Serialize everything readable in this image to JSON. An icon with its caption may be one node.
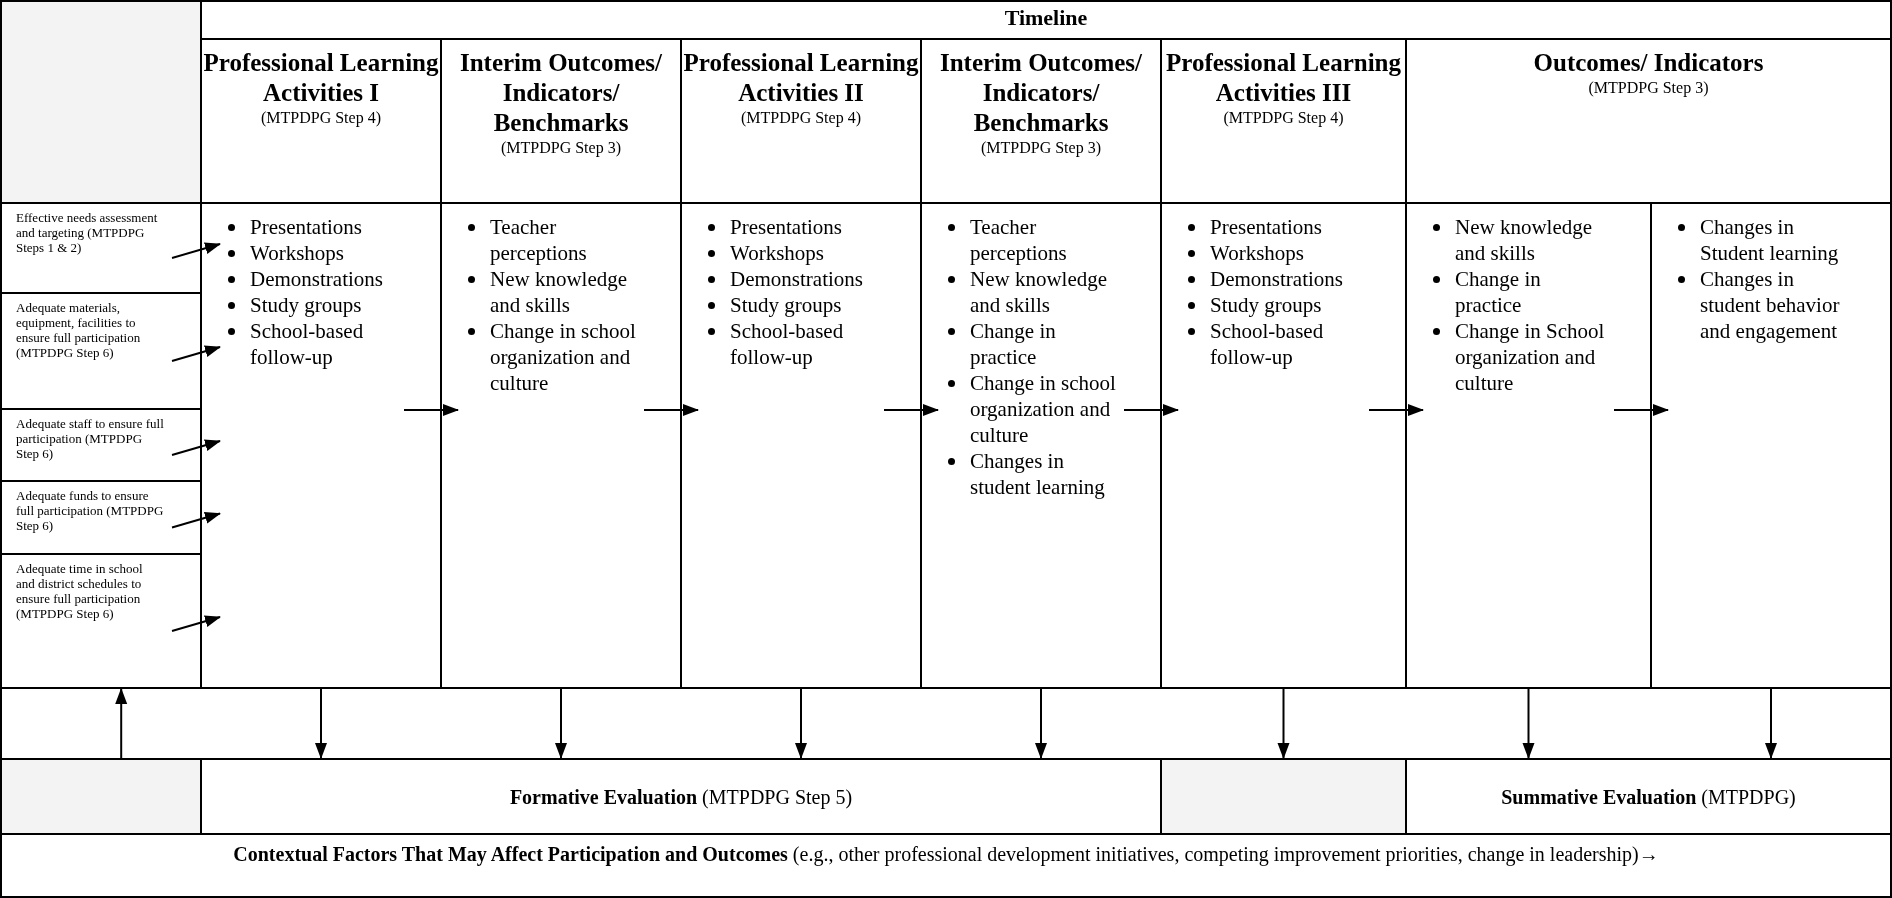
{
  "diagram": {
    "nodes": [
      {
        "text": [],
        "shape": "box"
      },
      {
        "text": [
          "Timeline"
        ]
      },
      {
        "text": [
          "Professional Learning Activities I",
          "(MTPDPG Step 4)"
        ]
      },
      {
        "text": [
          "Interim Outcomes/ Indicators/ Benchmarks",
          "(MTPDPG Step 3)"
        ]
      },
      {
        "text": [
          "Professional Learning Activities II",
          "(MTPDPG Step 4)"
        ]
      },
      {
        "text": [
          "Interim Outcomes/ Indicators/ Benchmarks",
          "(MTPDPG Step 3)"
        ]
      },
      {
        "text": [
          "Professional Learning Activities III",
          "(MTPDPG Step 4)"
        ]
      },
      {
        "text": [
          "Outcomes/ Indicators",
          "(MTPDPG Step 3)"
        ]
      },
      {
        "text": [
          "Effective needs assessment and targeting (MTPDPG Steps 1 & 2)"
        ]
      },
      {
        "text": [
          "Adequate materials, equipment, facilities to ensure full participation (MTPDPG Step 6)"
        ]
      },
      {
        "text": [
          "Adequate staff to ensure full participation (MTPDPG Step 6)"
        ]
      },
      {
        "text": [
          "Adequate funds to ensure full participation (MTPDPG Step 6)"
        ]
      },
      {
        "text": [
          "Adequate time in school and district schedules to ensure full participation (MTPDPG Step 6)"
        ]
      },
      {
        "text": [
          "Presentations",
          "Workshops",
          "Demonstrations",
          "Study groups",
          "School-based follow-up"
        ]
      },
      {
        "text": [
          "Teacher perceptions",
          "New knowledge and skills",
          "Change in school organization and culture"
        ]
      },
      {
        "text": [
          "Presentations",
          "Workshops",
          "Demonstrations",
          "Study groups",
          "School-based follow-up"
        ]
      },
      {
        "text": [
          "Teacher perceptions",
          "New knowledge and skills",
          "Change in practice",
          "Change in school organization and culture",
          "Changes in student learning"
        ]
      },
      {
        "text": [
          "Presentations",
          "Workshops",
          "Demonstrations",
          "Study groups",
          "School-based follow-up"
        ]
      },
      {
        "text": [
          "New knowledge and skills",
          "Change in practice",
          "Change in School organization and culture"
        ]
      },
      {
        "text": [
          "Changes in Student learning",
          "Changes in student behavior and engagement"
        ]
      },
      {
        "text": [],
        "shape": "box"
      },
      {
        "text": [
          "**Formative Evaluation** (MTPDPG Step 5)"
        ]
      },
      {
        "text": [],
        "shape": "box"
      },
      {
        "text": [
          "**Summative Evaluation** (MTPDPG)"
        ]
      },
      {
        "text": [
          "**Contextual Factors That May Affect Participation and Outcomes** (e.g., other professional development initiatives, competing improvement priorities, change in leadership)→"
        ]
      }
    ],
    "edges": [
      {
        "from": 8,
        "to": 13,
        "arrow": "to"
      },
      {
        "from": 9,
        "to": 13,
        "arrow": "to"
      },
      {
        "from": 10,
        "to": 13,
        "arrow": "to"
      },
      {
        "from": 11,
        "to": 13,
        "arrow": "to"
      },
      {
        "from": 12,
        "to": 13,
        "arrow": "to"
      },
      {
        "from": 13,
        "to": 14,
        "arrow": "to"
      },
      {
        "from": 14,
        "to": 15,
        "arrow": "to"
      },
      {
        "from": 15,
        "to": 16,
        "arrow": "to"
      },
      {
        "from": 16,
        "to": 17,
        "arrow": "to"
      },
      {
        "from": 17,
        "to": 18,
        "arrow": "to"
      },
      {
        "from": 18,
        "to": 19,
        "arrow": "to"
      },
      {
        "from": 13,
        "to": 21,
        "arrow": "to"
      },
      {
        "from": 14,
        "to": 21,
        "arrow": "to"
      },
      {
        "from": 15,
        "to": 21,
        "arrow": "to"
      },
      {
        "from": 16,
        "to": 21,
        "arrow": "to"
      },
      {
        "from": 17,
        "to": 22,
        "arrow": "to"
      },
      {
        "from": 18,
        "to": 23,
        "arrow": "to"
      },
      {
        "from": 19,
        "to": 23,
        "arrow": "to"
      },
      {
        "from": 20,
        "to": 12,
        "arrow": "to"
      }
    ]
  }
}
